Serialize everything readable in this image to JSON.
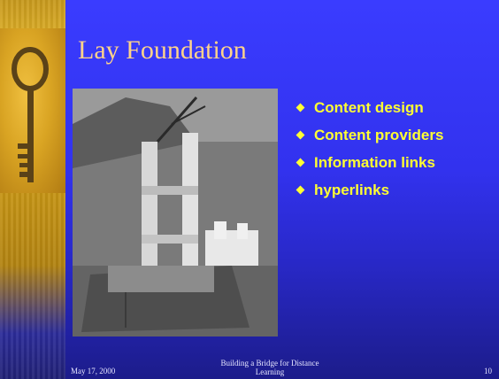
{
  "slide": {
    "title": "Lay Foundation",
    "image_icon": "bridge-tower-construction-photo",
    "decoration_icon": "key-icon",
    "bullets": [
      "Content design",
      "Content providers",
      "Information links",
      "hyperlinks"
    ],
    "footer": {
      "date": "May 17, 2000",
      "center_line1": "Building a Bridge for Distance",
      "center_line2": "Learning",
      "page_number": "10"
    },
    "colors": {
      "background": "#3232ee",
      "title": "#ffd38a",
      "bullet_text": "#ffff33",
      "accent_strip": "#d9a423"
    }
  }
}
